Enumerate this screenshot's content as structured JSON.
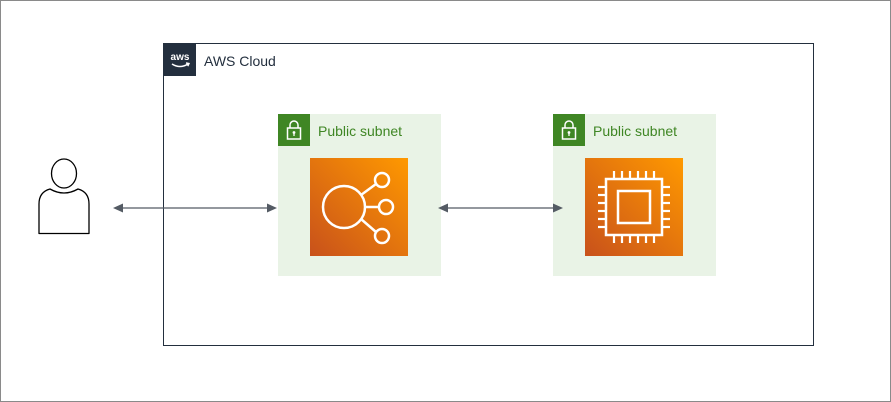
{
  "diagram": {
    "cloud": {
      "label": "AWS Cloud",
      "icon": "aws-logo-icon",
      "border_color": "#232f3e"
    },
    "subnets": [
      {
        "label": "Public subnet",
        "icon": "lock-icon",
        "accent": "#3f8624",
        "fill": "#e9f3e6",
        "service": "elastic-load-balancing-icon"
      },
      {
        "label": "Public subnet",
        "icon": "lock-icon",
        "accent": "#3f8624",
        "fill": "#e9f3e6",
        "service": "ec2-instance-icon"
      }
    ],
    "actor": {
      "icon": "user-icon"
    },
    "service_color": "#d86613",
    "connections": [
      {
        "from": "user",
        "to": "load-balancer",
        "bidirectional": true
      },
      {
        "from": "load-balancer",
        "to": "ec2-instance",
        "bidirectional": true
      }
    ]
  }
}
